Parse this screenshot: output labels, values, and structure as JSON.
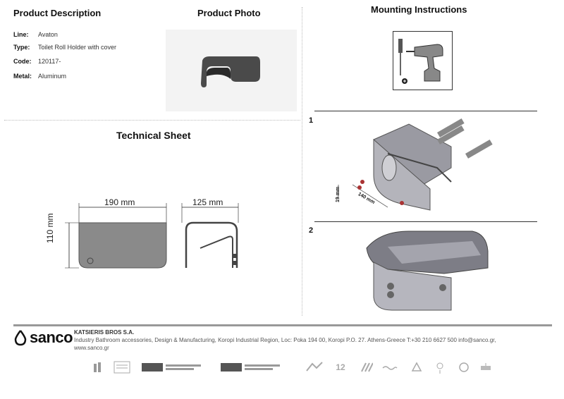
{
  "product_description": {
    "title": "Product Description",
    "rows": [
      {
        "key": "Line:",
        "value": "Avaton"
      },
      {
        "key": "Type:",
        "value": "Toilet Roll Holder with cover"
      },
      {
        "key": "Code:",
        "value": "120117-"
      },
      {
        "key": "Metal:",
        "value": "Aluminum"
      }
    ]
  },
  "product_photo": {
    "title": "Product Photo"
  },
  "technical_sheet": {
    "title": "Technical Sheet",
    "width_label": "190 mm",
    "depth_label": "125 mm",
    "height_label": "110 mm"
  },
  "mounting": {
    "title": "Mounting Instructions",
    "step1": "1",
    "step2": "2",
    "dim_vertical": "19 mm",
    "dim_horizontal": "140 mm"
  },
  "footer": {
    "brand": "sanco",
    "company": "KATSIERIS BROS S.A.",
    "line1": "Industry Bathroom accessories, Design & Manufacturing, Koropi Industrial Region, Loc: Poka 194 00, Koropi P.O. 27. Athens-Greece  T:+30 210 6627 500 info@sanco.gr,",
    "line2": "www.sanco.gr",
    "badge_12": "12"
  },
  "colors": {
    "accent": "#555555",
    "metal": "#8a8a8a"
  }
}
